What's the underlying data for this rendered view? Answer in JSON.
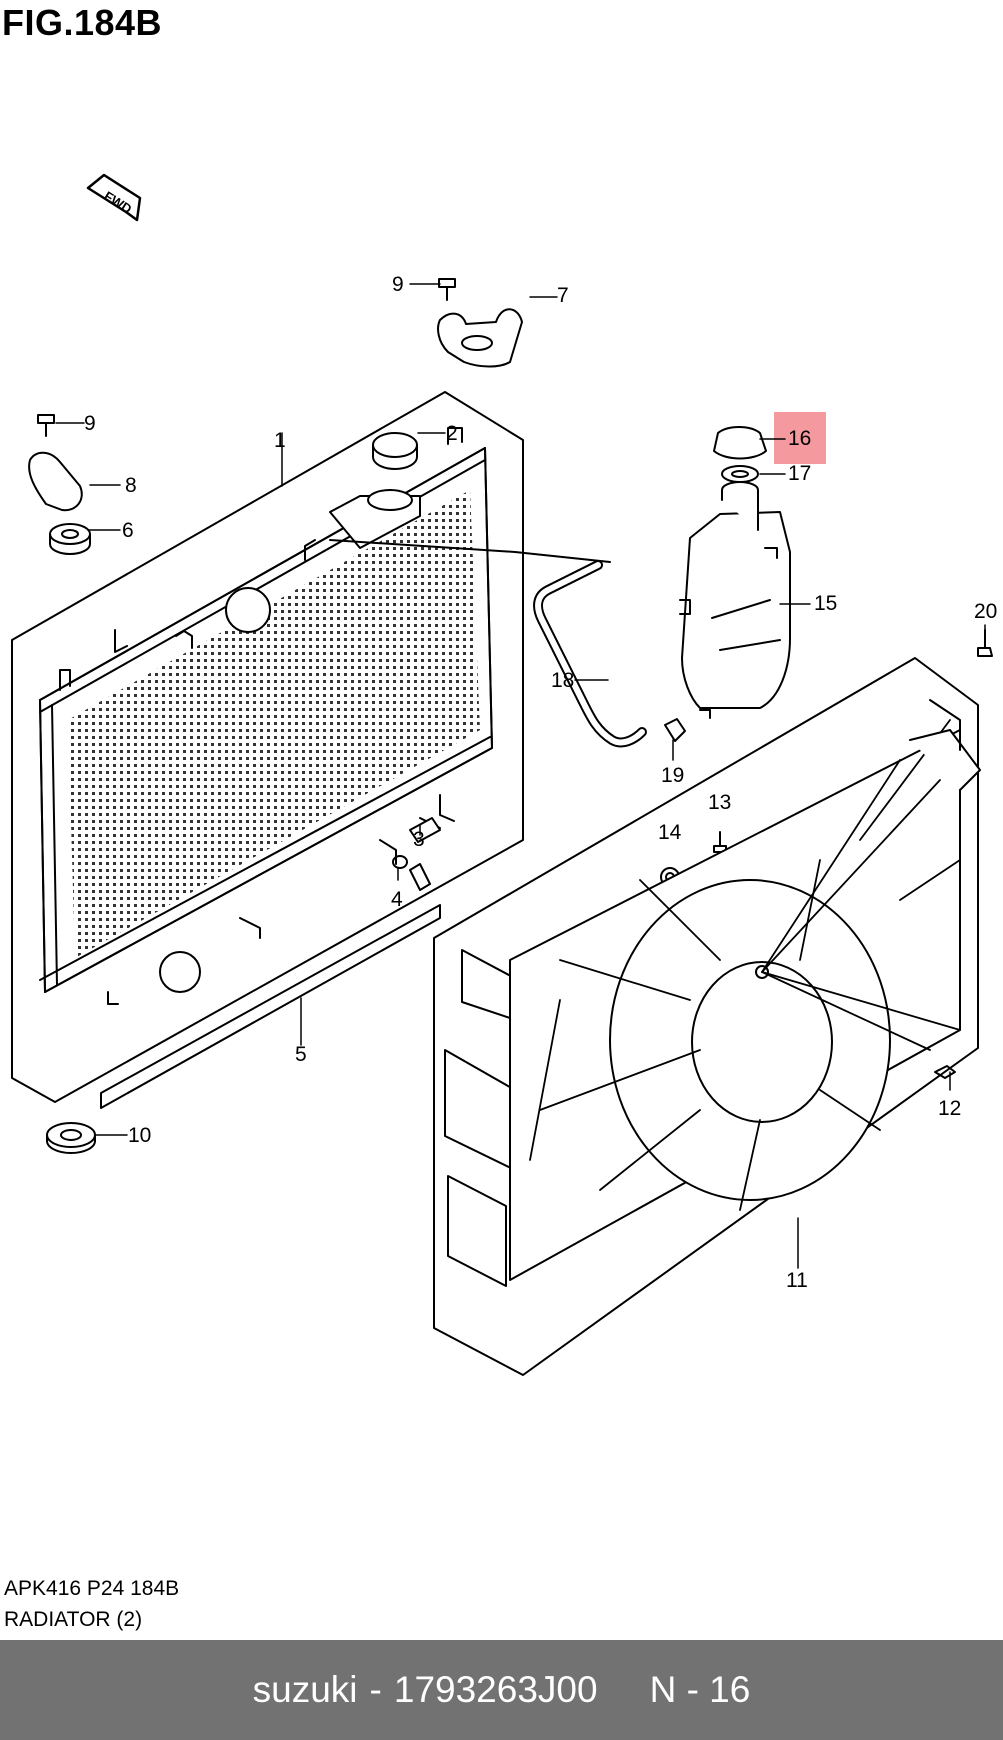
{
  "figure": {
    "title": "FIG.184B",
    "fwd_label": "FWD"
  },
  "reference": {
    "code": "APK416 P24 184B",
    "name": "RADIATOR (2)"
  },
  "footer": {
    "brand": "suzuki",
    "separator": "-",
    "part_number": "1793263J00",
    "position_label": "N - 16"
  },
  "highlight": {
    "part": "16",
    "color": "#f4999d"
  },
  "callouts": {
    "c1": "1",
    "c2": "2",
    "c3": "3",
    "c4": "4",
    "c5": "5",
    "c6": "6",
    "c7": "7",
    "c8": "8",
    "c9a": "9",
    "c9b": "9",
    "c10": "10",
    "c11": "11",
    "c12": "12",
    "c13": "13",
    "c14": "14",
    "c15": "15",
    "c16": "16",
    "c17": "17",
    "c18": "18",
    "c19": "19",
    "c20": "20"
  }
}
